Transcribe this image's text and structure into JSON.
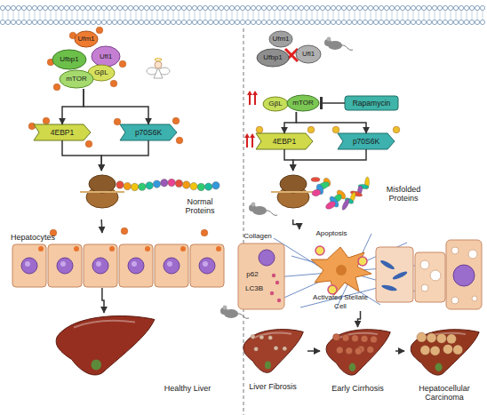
{
  "diagram": {
    "nodes": [
      {
        "text": [
          "Ufm1"
        ]
      },
      {
        "text": [
          "Ufbp1"
        ]
      },
      {
        "text": [
          "Ufl1"
        ]
      },
      {
        "text": [
          "GβL"
        ]
      },
      {
        "text": [
          "mTOR"
        ]
      },
      {
        "text": [
          "4EBP1"
        ]
      },
      {
        "text": [
          "p70S6K"
        ]
      },
      {
        "text": [
          "Normal Proteins"
        ]
      },
      {
        "text": [
          "Hepatocytes"
        ]
      },
      {
        "text": [
          "Healthy Liver"
        ]
      },
      {
        "text": [
          "Ufm1"
        ]
      },
      {
        "text": [
          "Ufbp1"
        ]
      },
      {
        "text": [
          "Ufl1"
        ]
      },
      {
        "text": [
          "GβL"
        ]
      },
      {
        "text": [
          "mTOR"
        ]
      },
      {
        "text": [
          "Rapamycin"
        ]
      },
      {
        "text": [
          "4EBP1"
        ]
      },
      {
        "text": [
          "p70S6K"
        ]
      },
      {
        "text": [
          "Misfolded Proteins"
        ]
      },
      {
        "text": [
          "Collagen",
          "Apoptosis",
          "p62",
          "LC3B",
          "Activated Stellate Cell"
        ]
      },
      {
        "text": [
          "Liver Fibrosis"
        ]
      },
      {
        "text": [
          "Early Cirrhosis"
        ]
      },
      {
        "text": [
          "Hepatocellular Carcinoma"
        ]
      }
    ],
    "edges": [
      {
        "from": 4,
        "to": 5,
        "arrow": "to"
      },
      {
        "from": 4,
        "to": 6,
        "arrow": "to"
      },
      {
        "from": 5,
        "to": 7,
        "arrow": "to"
      },
      {
        "from": 6,
        "to": 7,
        "arrow": "to"
      },
      {
        "from": 7,
        "to": 8,
        "arrow": "to"
      },
      {
        "from": 8,
        "to": 9,
        "arrow": "to"
      },
      {
        "from": 15,
        "to": 14,
        "arrow": "to"
      },
      {
        "from": 14,
        "to": 16,
        "arrow": "to"
      },
      {
        "from": 14,
        "to": 17,
        "arrow": "to"
      },
      {
        "from": 16,
        "to": 18,
        "arrow": "to"
      },
      {
        "from": 17,
        "to": 18,
        "arrow": "to"
      },
      {
        "from": 18,
        "to": 19,
        "arrow": "to"
      },
      {
        "from": 19,
        "to": 21,
        "arrow": "to"
      },
      {
        "from": 20,
        "to": 21,
        "arrow": "to"
      },
      {
        "from": 21,
        "to": 22,
        "arrow": "to"
      }
    ]
  }
}
